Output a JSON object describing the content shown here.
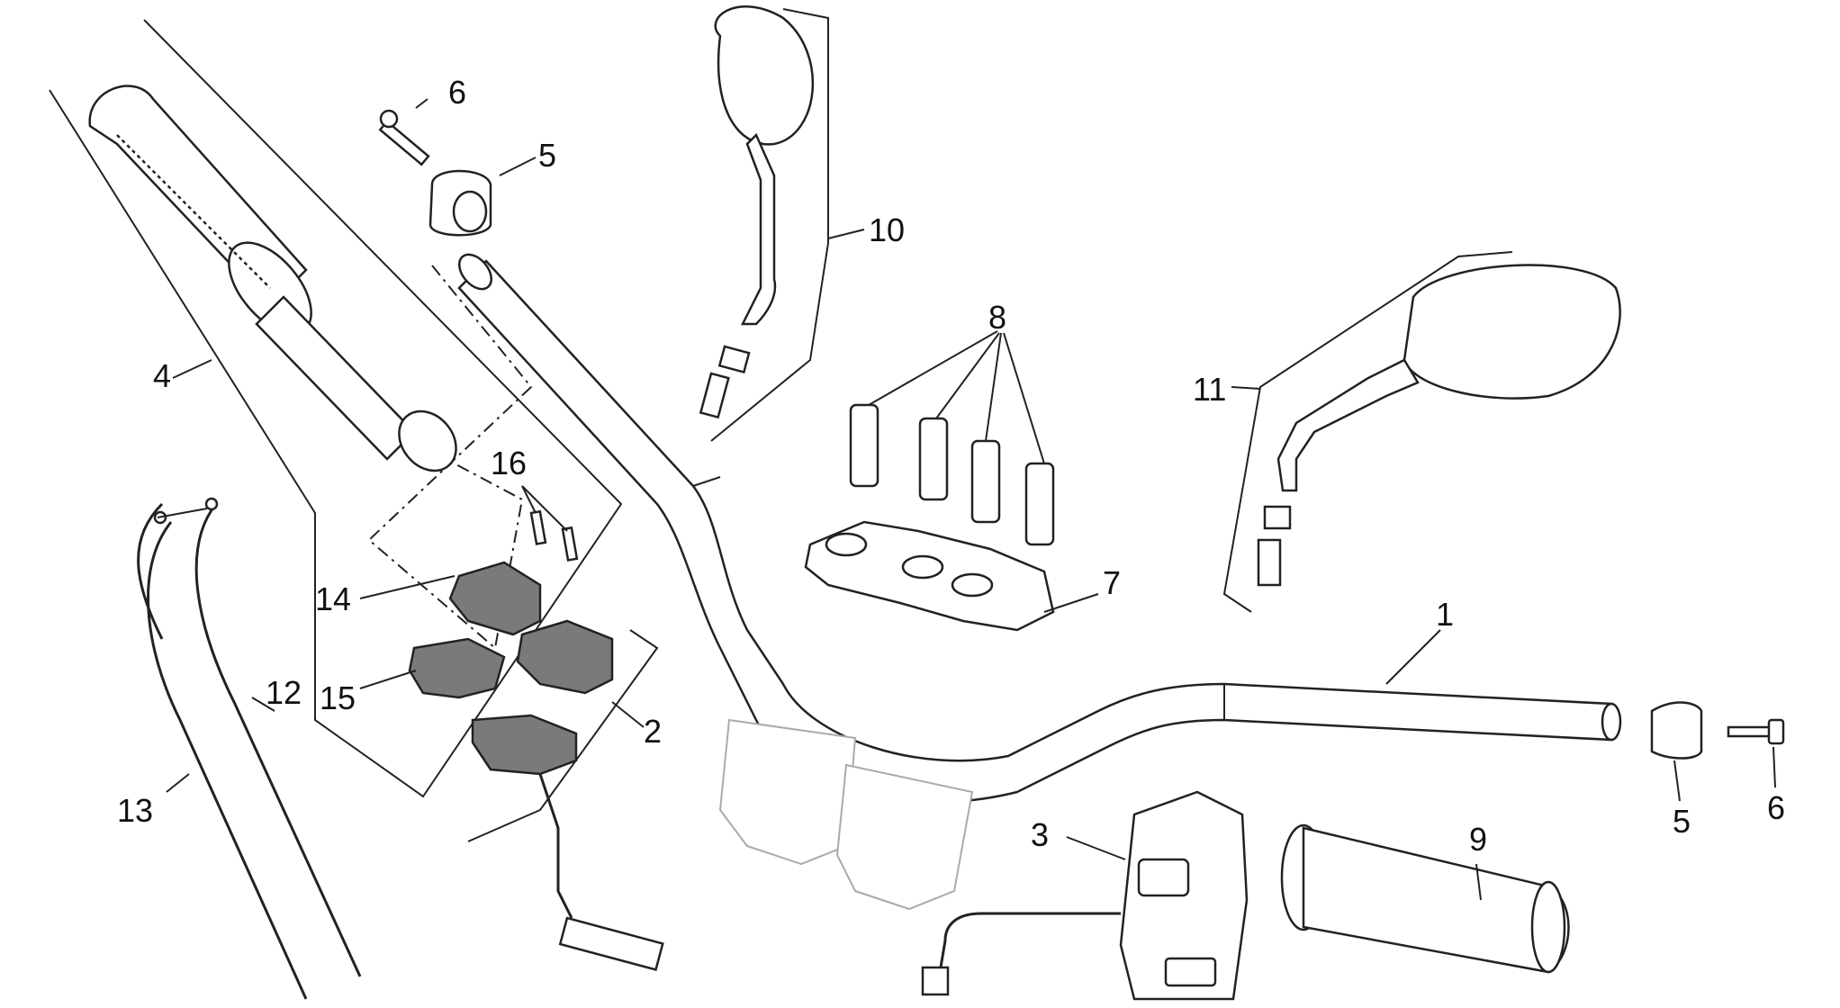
{
  "callouts": [
    {
      "id": "1",
      "label": "1"
    },
    {
      "id": "2",
      "label": "2"
    },
    {
      "id": "3",
      "label": "3"
    },
    {
      "id": "4",
      "label": "4"
    },
    {
      "id": "5a",
      "label": "5"
    },
    {
      "id": "5b",
      "label": "5"
    },
    {
      "id": "6a",
      "label": "6"
    },
    {
      "id": "6b",
      "label": "6"
    },
    {
      "id": "7",
      "label": "7"
    },
    {
      "id": "8",
      "label": "8"
    },
    {
      "id": "9",
      "label": "9"
    },
    {
      "id": "10",
      "label": "10"
    },
    {
      "id": "11",
      "label": "11"
    },
    {
      "id": "12",
      "label": "12"
    },
    {
      "id": "13",
      "label": "13"
    },
    {
      "id": "14",
      "label": "14"
    },
    {
      "id": "15",
      "label": "15"
    },
    {
      "id": "16",
      "label": "16"
    }
  ]
}
